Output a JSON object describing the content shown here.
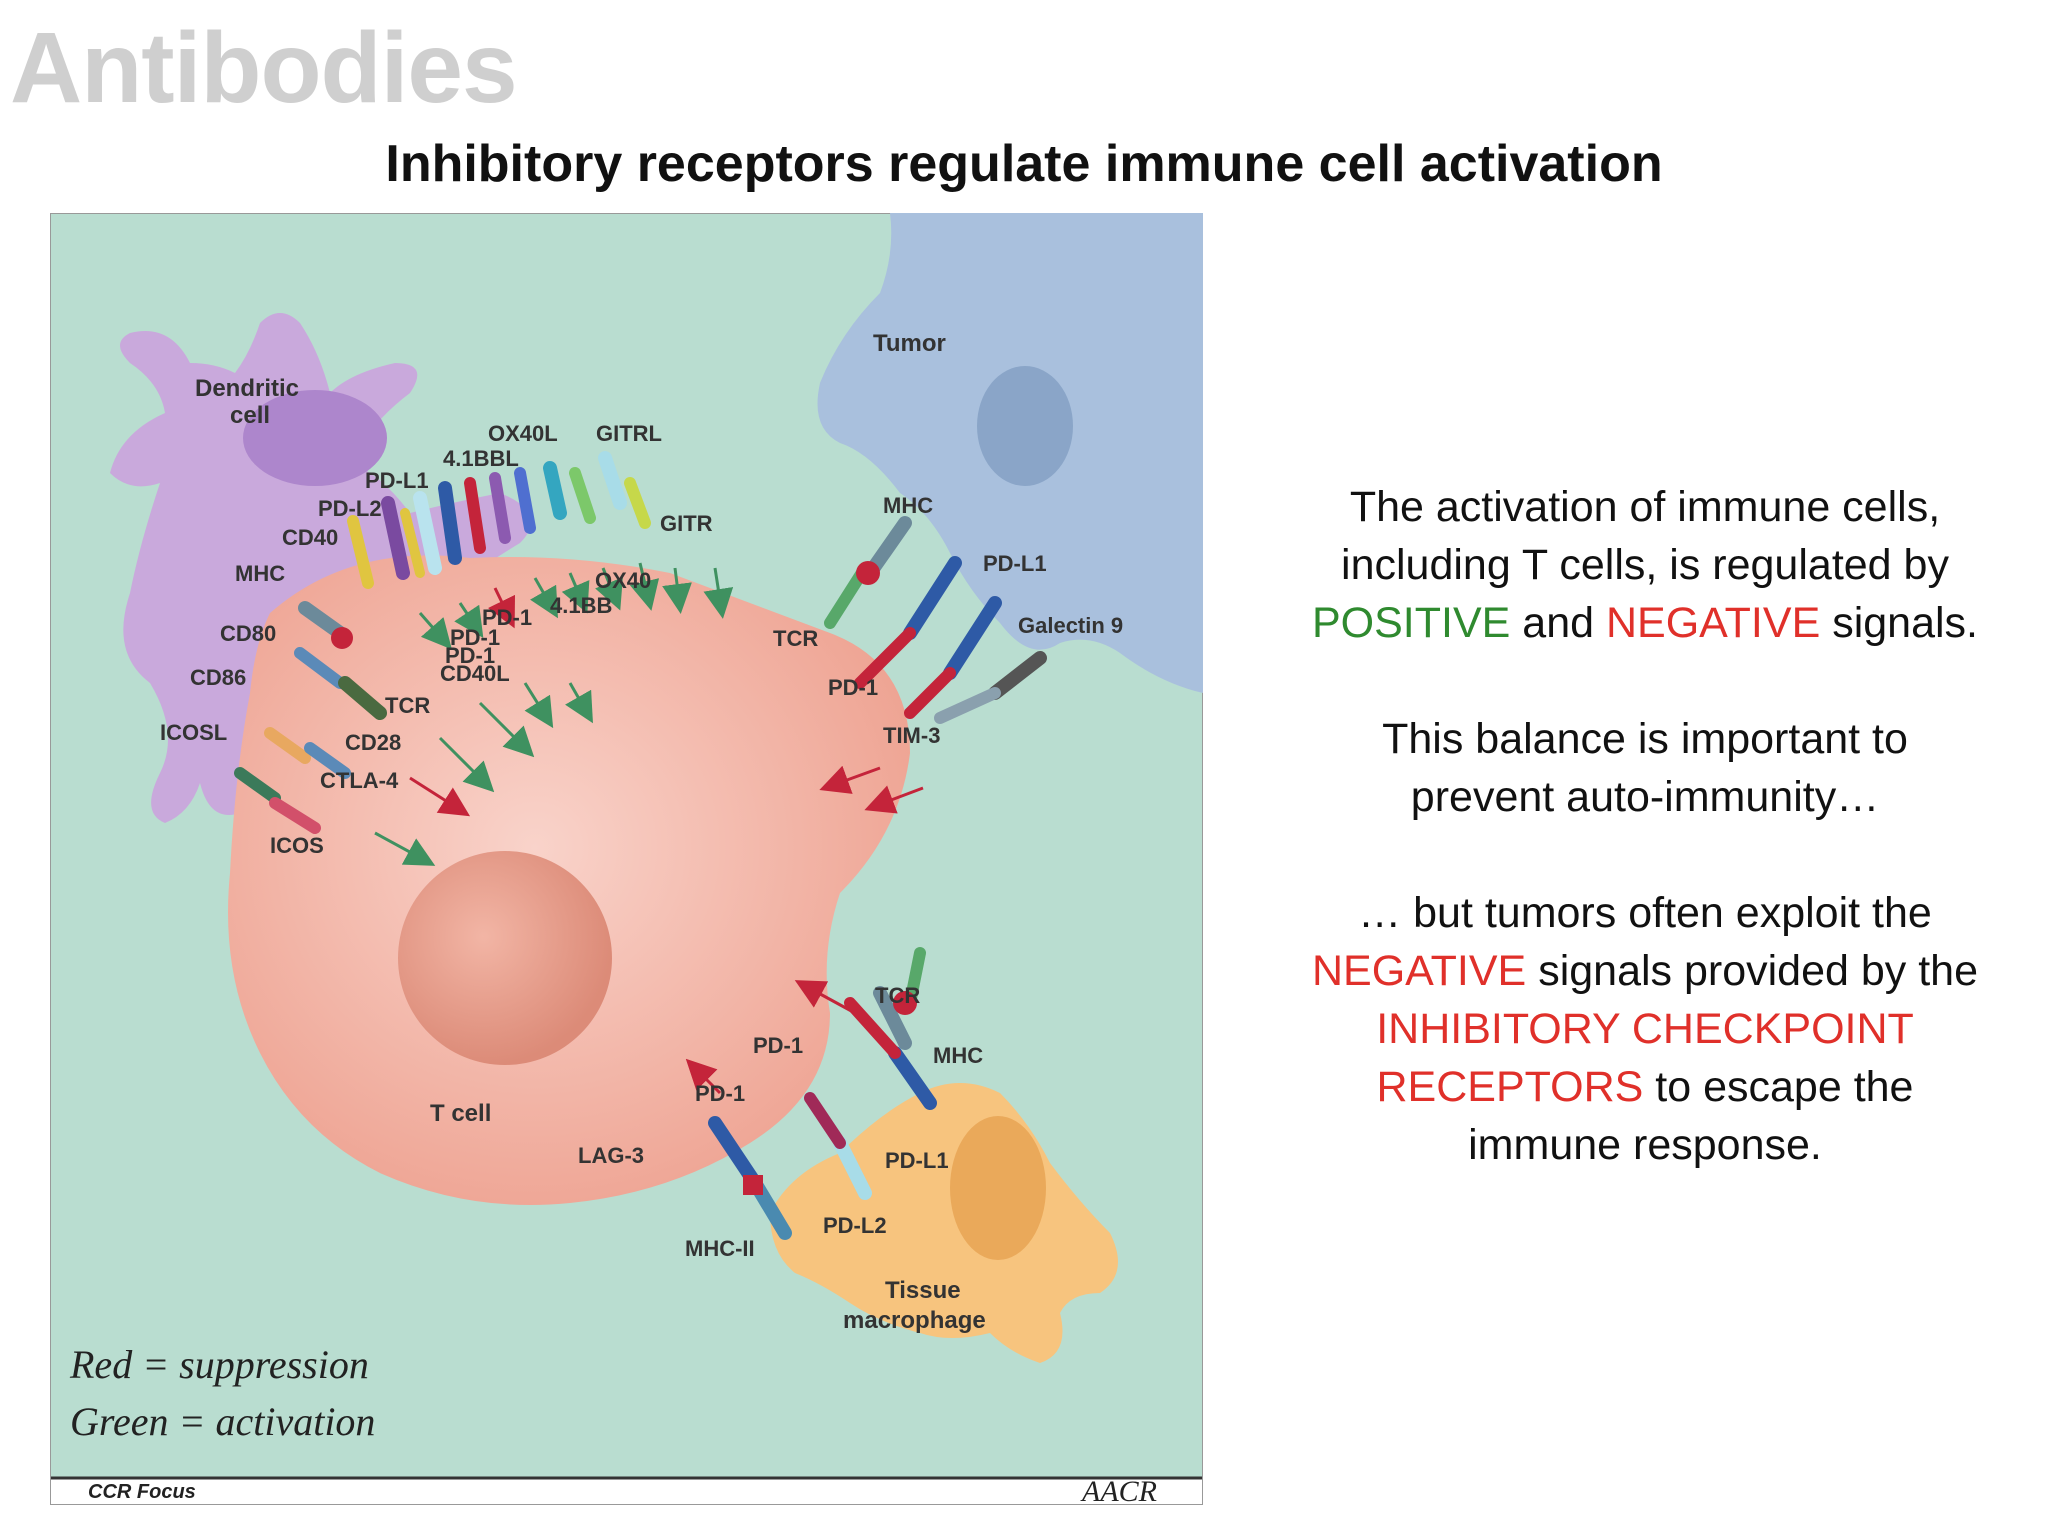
{
  "slide": {
    "heading": "Antibodies",
    "subtitle": "Inhibitory receptors regulate immune cell activation"
  },
  "figure": {
    "cells": {
      "dendritic_line1": "Dendritic",
      "dendritic_line2": "cell",
      "tumor": "Tumor",
      "t_cell": "T cell",
      "macrophage_line1": "Tissue",
      "macrophage_line2": "macrophage"
    },
    "labels": {
      "ox40l": "OX40L",
      "gitrl": "GITRL",
      "bbl": "4.1BBL",
      "pdl1_dc": "PD-L1",
      "pdl2_dc": "PD-L2",
      "cd40": "CD40",
      "mhc_dc": "MHC",
      "cd80": "CD80",
      "cd86": "CD86",
      "icosl": "ICOSL",
      "gitr": "GITR",
      "ox40": "OX40",
      "bb": "4.1BB",
      "pd1_dc_a": "PD-1",
      "pd1_dc_b": "PD-1",
      "pd1_dc_c": "PD-1",
      "cd40l": "CD40L",
      "tcr_dc": "TCR",
      "cd28": "CD28",
      "ctla4": "CTLA-4",
      "icos": "ICOS",
      "mhc_tumor": "MHC",
      "pdl1_tumor": "PD-L1",
      "galectin9": "Galectin 9",
      "tcr_tumor": "TCR",
      "pd1_tumor": "PD-1",
      "tim3": "TIM-3",
      "tcr_mac": "TCR",
      "pd1_mac_a": "PD-1",
      "mhc_mac": "MHC",
      "pd1_mac_b": "PD-1",
      "lag3": "LAG-3",
      "pdl1_mac": "PD-L1",
      "pdl2_mac": "PD-L2",
      "mhc2": "MHC-II"
    },
    "legend": {
      "red": "Red = suppression",
      "green": "Green = activation"
    },
    "footer": {
      "source": "CCR Focus",
      "logo": "AACR"
    },
    "colors": {
      "background": "#b9ddd0",
      "dendritic": "#c9a9dc",
      "tumor": "#a9c0dd",
      "t_cell": "#f2b5a8",
      "macrophage": "#f7c47e",
      "suppression": "#c4243a",
      "activation": "#3f9160"
    }
  },
  "text": {
    "p1_line1": "The activation of immune cells,",
    "p1_line2": "including T cells, is regulated by",
    "positive": "POSITIVE",
    "and": "and",
    "negative_1": "NEGATIVE",
    "signals": "signals.",
    "p2_line1": "This balance is important to",
    "p2_line2": "prevent auto-immunity…",
    "p3_line1": "… but tumors often exploit the",
    "negative_2": "NEGATIVE",
    "p3_line2_rest": "signals provided by the",
    "inhibitory": "INHIBITORY CHECKPOINT",
    "receptors": "RECEPTORS",
    "p3_line4_rest": "to escape the",
    "p3_line5": "immune response."
  }
}
